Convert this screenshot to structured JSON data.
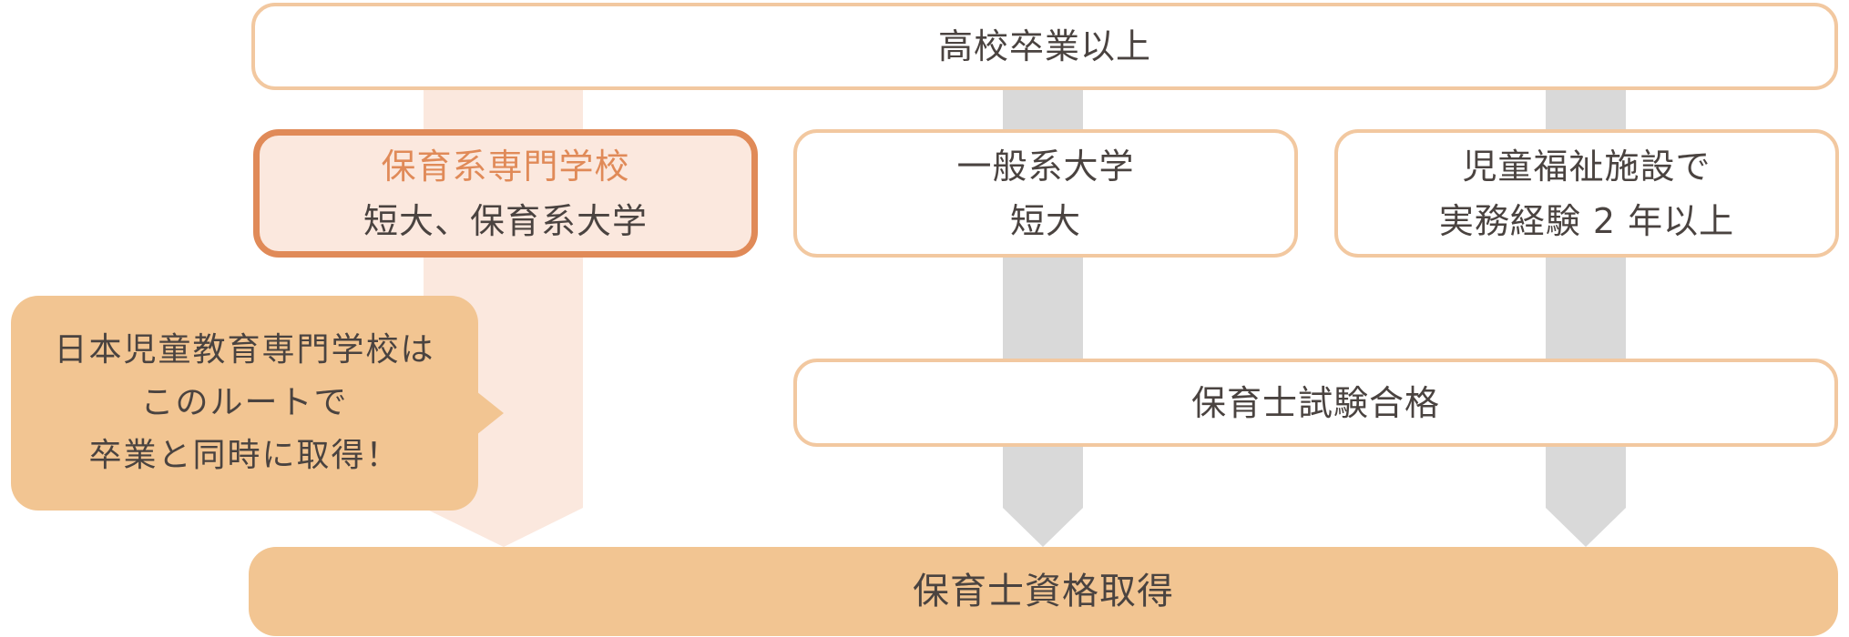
{
  "top": {
    "text": "高校卒業以上"
  },
  "routes": [
    {
      "line1": "保育系専門学校",
      "line2": "短大、保育系大学"
    },
    {
      "line1": "一般系大学",
      "line2": "短大"
    },
    {
      "line1": "児童福祉施設で",
      "line2": "実務経験 2 年以上"
    }
  ],
  "exam": {
    "text": "保育士試験合格"
  },
  "goal": {
    "text": "保育士資格取得"
  },
  "callout": {
    "line1": "日本児童教育専門学校は",
    "line2": "このルートで",
    "line3": "卒業と同時に取得！"
  },
  "colors": {
    "highlight_border": "#e08a58",
    "highlight_fill": "#fbe8de",
    "box_border": "#f2c8a0",
    "goal_fill": "#f2c592",
    "arrow_gray": "#d9d9d9",
    "arrow_peach": "#fbe8de"
  }
}
